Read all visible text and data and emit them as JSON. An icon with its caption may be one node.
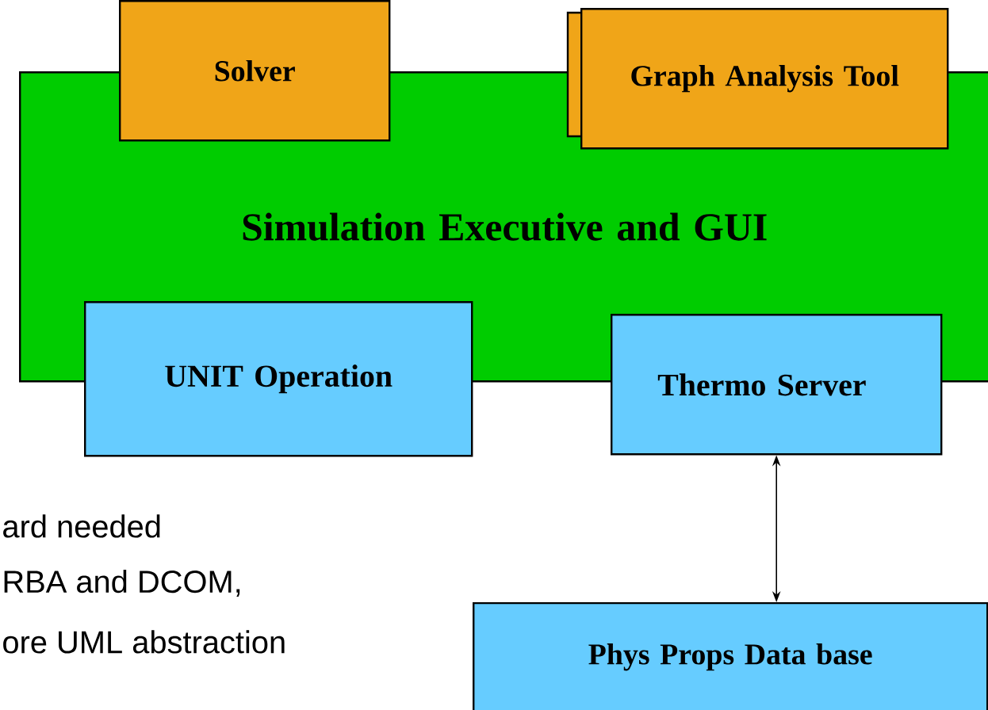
{
  "diagram": {
    "nodes": [
      {
        "text": [
          "Solver"
        ]
      },
      {
        "text": [
          "Graph Analysis Tool"
        ]
      },
      {
        "text": [
          "Simulation Executive and GUI"
        ]
      },
      {
        "text": [
          "UNIT Operation"
        ]
      },
      {
        "text": [
          "Thermo Server"
        ]
      },
      {
        "text": [
          "Phys Props Data base"
        ]
      }
    ],
    "edges": [
      {
        "from": 4,
        "to": 5,
        "arrow": "both"
      }
    ],
    "labels": [
      "ard needed",
      "RBA and DCOM,",
      "ore UML abstraction"
    ]
  }
}
